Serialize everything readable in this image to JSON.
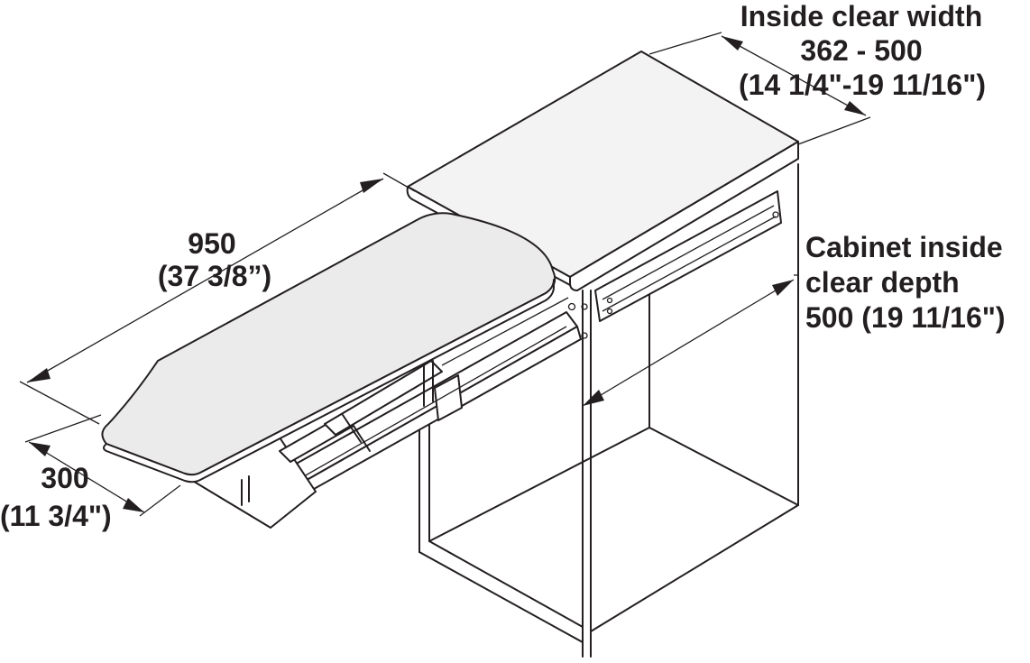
{
  "colors": {
    "line": "#231f20",
    "board_fill": "#ebebeb",
    "worktop_fill": "#f3f3f3",
    "background": "#ffffff"
  },
  "dimensions": {
    "inside_width": {
      "title": "Inside clear width",
      "value": "362 - 500",
      "imperial": "(14 1/4\"-19 11/16\")"
    },
    "length": {
      "value": "950",
      "imperial": "(37 3/8”)"
    },
    "depth": {
      "line1": "Cabinet inside",
      "line2": "clear depth",
      "line3": "500 (19 11/16\")"
    },
    "board_width": {
      "value": "300",
      "imperial": "(11 3/4\")"
    }
  }
}
